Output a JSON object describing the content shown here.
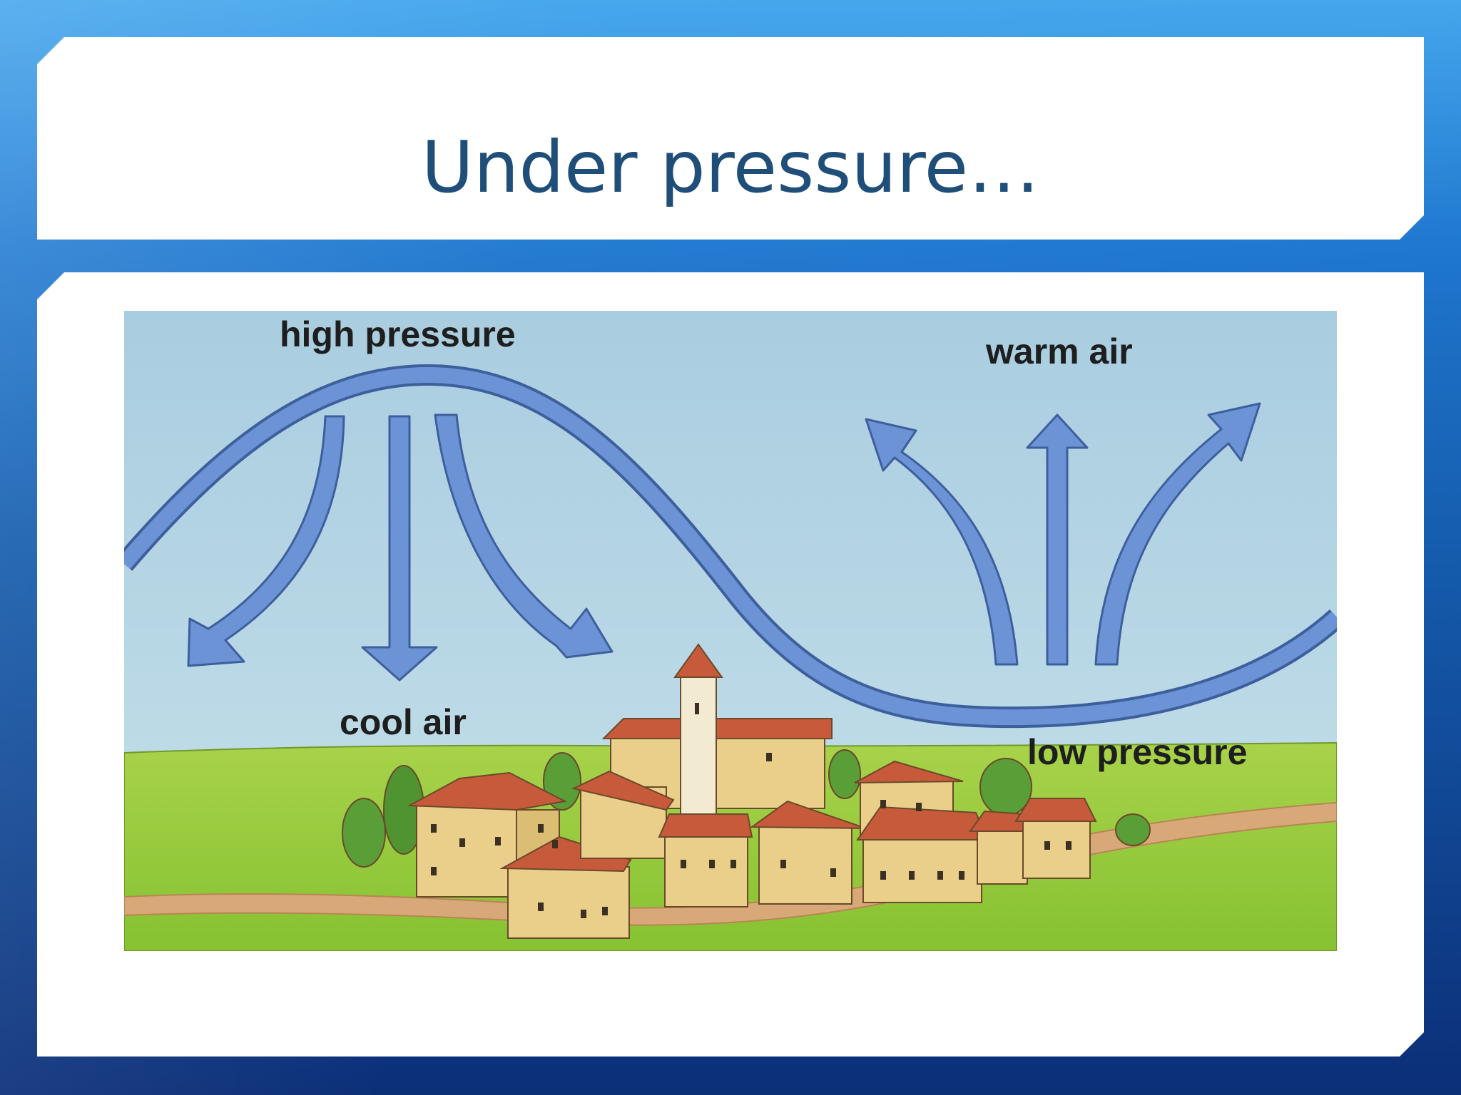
{
  "slide": {
    "title": "Under pressure…"
  },
  "diagram": {
    "labels": {
      "high_pressure": "high pressure",
      "cool_air": "cool air",
      "warm_air": "warm air",
      "low_pressure": "low pressure"
    },
    "colors": {
      "sky": "#b7d6e6",
      "arrow": "#6b93d6",
      "arrow_outline": "#3d5f9c",
      "grass": "#9acb3d",
      "path": "#d7a777",
      "wall": "#e9cf8a",
      "roof": "#c75a3a"
    }
  }
}
